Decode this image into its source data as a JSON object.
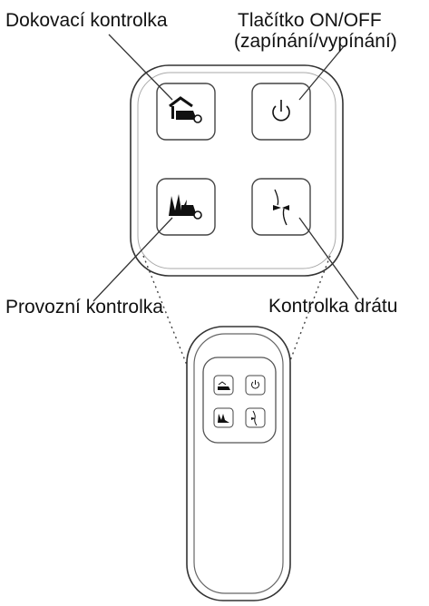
{
  "labels": {
    "docking_light": "Dokovací kontrolka",
    "power_button_line1": "Tlačítko ON/OFF",
    "power_button_line2": "(zapínání/vypínání)",
    "operation_light": "Provozní kontrolka",
    "wire_light": "Kontrolka drátu"
  },
  "icons": {
    "docking": "mower-house-icon",
    "power": "power-icon",
    "operation": "mower-grass-icon",
    "wire": "wire-break-icon"
  }
}
